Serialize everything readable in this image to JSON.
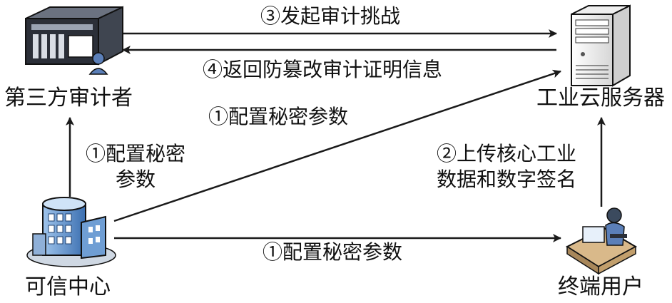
{
  "nodes": {
    "auditor": {
      "label": "第三方审计者",
      "icon": "server-with-user-icon"
    },
    "cloud": {
      "label": "工业云服务器",
      "icon": "tower-server-icon"
    },
    "trust_center": {
      "label": "可信中心",
      "icon": "data-center-icon"
    },
    "terminal_user": {
      "label": "终端用户",
      "icon": "user-at-desk-icon"
    }
  },
  "edges": {
    "challenge": {
      "label": "③发起审计挑战"
    },
    "proof": {
      "label": "④返回防篡改审计证明信息"
    },
    "tc_to_cloud": {
      "label": "①配置秘密参数"
    },
    "tc_to_auditor": {
      "line1": "①配置秘密",
      "line2": "参数"
    },
    "user_to_cloud": {
      "line1": "②上传核心工业",
      "line2": "数据和数字签名"
    },
    "tc_to_user": {
      "label": "①配置秘密参数"
    }
  },
  "colors": {
    "line": "#1a1a1a",
    "server_dark": "#2b2f38",
    "server_blue": "#5b7fb8",
    "desk_tan": "#d9b98a"
  }
}
